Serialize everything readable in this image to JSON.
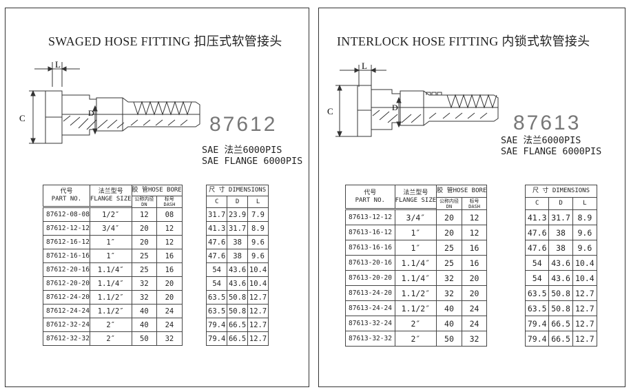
{
  "left": {
    "title": "SWAGED HOSE FITTING  扣压式软管接头",
    "code": "87612",
    "sae_cn": "SAE 法兰6000PIS",
    "sae_en": "SAE FLANGE 6000PIS",
    "dims": {
      "l": "L",
      "c": "C",
      "d": "D"
    },
    "headers": {
      "part_cn": "代号",
      "part_en": "PART NO.",
      "flange_cn": "法兰型号",
      "flange_en": "FLANGE SIZE",
      "bore": "胶 管HOSE BORE",
      "dn_cn": "公称内径",
      "dn": "DN",
      "dash_cn": "标号",
      "dash": "DASH",
      "dimensions": "尺 寸 DIMENSIONS",
      "c": "C",
      "d": "D",
      "l": "L"
    },
    "rows": [
      [
        "87612-08-08",
        "1/2″",
        "12",
        "08",
        "31.7",
        "23.9",
        "7.9"
      ],
      [
        "87612-12-12",
        "3/4″",
        "20",
        "12",
        "41.3",
        "31.7",
        "8.9"
      ],
      [
        "87612-16-12",
        "1″",
        "20",
        "12",
        "47.6",
        "38",
        "9.6"
      ],
      [
        "87612-16-16",
        "1″",
        "25",
        "16",
        "47.6",
        "38",
        "9.6"
      ],
      [
        "87612-20-16",
        "1.1/4″",
        "25",
        "16",
        "54",
        "43.6",
        "10.4"
      ],
      [
        "87612-20-20",
        "1.1/4″",
        "32",
        "20",
        "54",
        "43.6",
        "10.4"
      ],
      [
        "87612-24-20",
        "1.1/2″",
        "32",
        "20",
        "63.5",
        "50.8",
        "12.7"
      ],
      [
        "87612-24-24",
        "1.1/2″",
        "40",
        "24",
        "63.5",
        "50.8",
        "12.7"
      ],
      [
        "87612-32-24",
        "2″",
        "40",
        "24",
        "79.4",
        "66.5",
        "12.7"
      ],
      [
        "87612-32-32",
        "2″",
        "50",
        "32",
        "79.4",
        "66.5",
        "12.7"
      ]
    ]
  },
  "right": {
    "title": "INTERLOCK HOSE FITTING  内锁式软管接头",
    "code": "87613",
    "sae_cn": "SAE 法兰6000PIS",
    "sae_en": "SAE FLANGE 6000PIS",
    "dims": {
      "l": "L",
      "c": "C",
      "d": "D"
    },
    "headers": {
      "part_cn": "代号",
      "part_en": "PART NO.",
      "flange_cn": "法兰型号",
      "flange_en": "FLANGE SIZE",
      "bore": "胶 管HOSE BORE",
      "dn_cn": "公称内径",
      "dn": "DN",
      "dash_cn": "标号",
      "dash": "DASH",
      "dimensions": "尺 寸 DIMENSIONS",
      "c": "C",
      "d": "D",
      "l": "L"
    },
    "rows": [
      [
        "87613-12-12",
        "3/4″",
        "20",
        "12",
        "41.3",
        "31.7",
        "8.9"
      ],
      [
        "87613-16-12",
        "1″",
        "20",
        "12",
        "47.6",
        "38",
        "9.6"
      ],
      [
        "87613-16-16",
        "1″",
        "25",
        "16",
        "47.6",
        "38",
        "9.6"
      ],
      [
        "87613-20-16",
        "1.1/4″",
        "25",
        "16",
        "54",
        "43.6",
        "10.4"
      ],
      [
        "87613-20-20",
        "1.1/4″",
        "32",
        "20",
        "54",
        "43.6",
        "10.4"
      ],
      [
        "87613-24-20",
        "1.1/2″",
        "32",
        "20",
        "63.5",
        "50.8",
        "12.7"
      ],
      [
        "87613-24-24",
        "1.1/2″",
        "40",
        "24",
        "63.5",
        "50.8",
        "12.7"
      ],
      [
        "87613-32-24",
        "2″",
        "40",
        "24",
        "79.4",
        "66.5",
        "12.7"
      ],
      [
        "87613-32-32",
        "2″",
        "50",
        "32",
        "79.4",
        "66.5",
        "12.7"
      ]
    ]
  }
}
